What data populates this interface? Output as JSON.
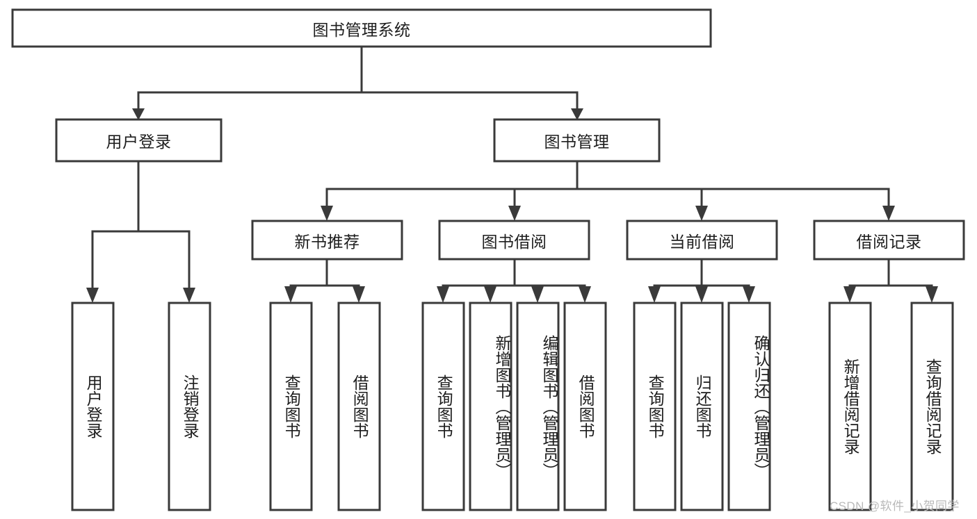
{
  "diagram": {
    "type": "tree",
    "title": "图书管理系统",
    "watermark": "CSDN @软件_小贺同学",
    "colors": {
      "box_stroke": "#3a3a3a",
      "box_fill": "#ffffff",
      "connector": "#3a3a3a",
      "text": "#1d1d1d",
      "background": "#ffffff",
      "watermark": "#b9b9b9"
    },
    "levels": {
      "root": {
        "label": "图书管理系统"
      },
      "level2": [
        {
          "label": "用户登录"
        },
        {
          "label": "图书管理"
        }
      ],
      "level3": [
        {
          "label": "新书推荐"
        },
        {
          "label": "图书借阅"
        },
        {
          "label": "当前借阅"
        },
        {
          "label": "借阅记录"
        }
      ],
      "leaves": [
        {
          "label": "用户登录",
          "parent": "用户登录"
        },
        {
          "label": "注销登录",
          "parent": "用户登录"
        },
        {
          "label": "查询图书",
          "parent": "新书推荐"
        },
        {
          "label": "借阅图书",
          "parent": "新书推荐"
        },
        {
          "label": "查询图书",
          "parent": "图书借阅"
        },
        {
          "label": "新增图书（管理员）",
          "parent": "图书借阅"
        },
        {
          "label": "编辑图书（管理员）",
          "parent": "图书借阅"
        },
        {
          "label": "借阅图书",
          "parent": "图书借阅"
        },
        {
          "label": "查询图书",
          "parent": "当前借阅"
        },
        {
          "label": "归还图书",
          "parent": "当前借阅"
        },
        {
          "label": "确认归还（管理员）",
          "parent": "当前借阅"
        },
        {
          "label": "新增借阅记录",
          "parent": "借阅记录"
        },
        {
          "label": "查询借阅记录",
          "parent": "借阅记录"
        }
      ]
    }
  }
}
